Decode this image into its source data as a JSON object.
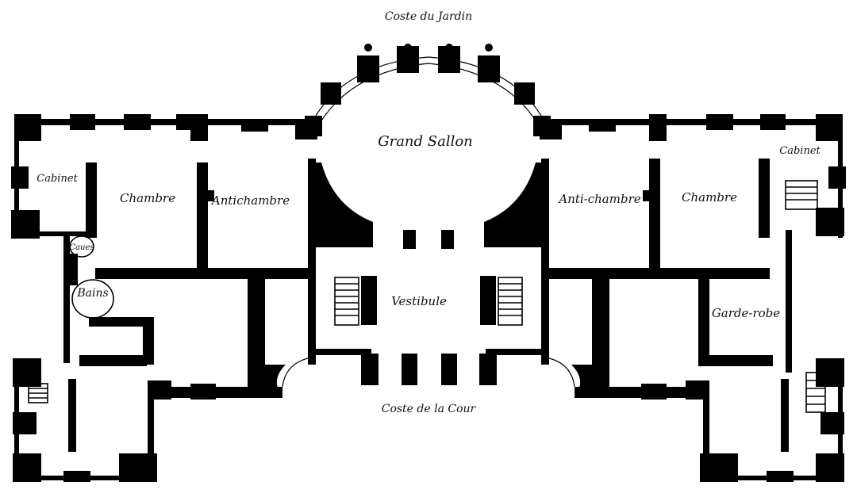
{
  "labels": {
    "garden_side": "Coste du Jardin",
    "court_side": "Coste de la Cour",
    "grand_sallon": "Grand Sallon",
    "vestibule": "Vestibule",
    "cabinet_left": "Cabinet",
    "chambre_left": "Chambre",
    "antichambre_left": "Antichambre",
    "cabinet_right": "Cabinet",
    "chambre_right": "Chambre",
    "antichambre_right": "Anti-chambre",
    "garde_robe": "Garde-robe",
    "caves": "Caues",
    "bains": "Bains"
  },
  "colors": {
    "ink": "#000000",
    "paper": "#ffffff"
  }
}
